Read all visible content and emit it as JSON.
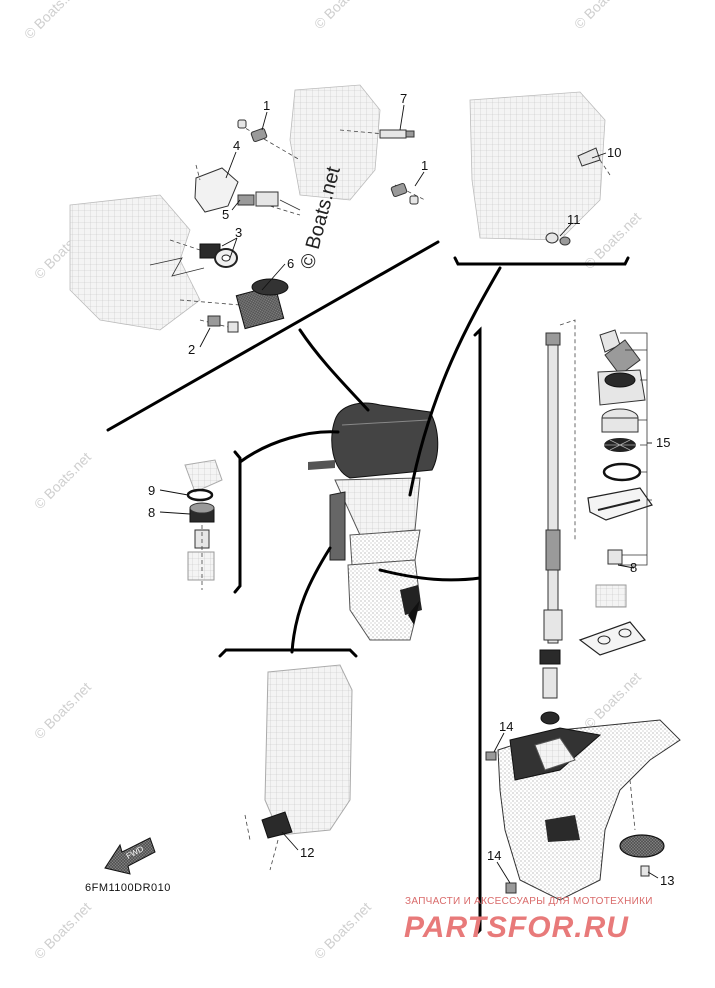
{
  "callouts": {
    "c1a": "1",
    "c1b": "1",
    "c2": "2",
    "c3": "3",
    "c4": "4",
    "c5": "5",
    "c6": "6",
    "c7": "7",
    "c8a": "8",
    "c8b": "8",
    "c9": "9",
    "c10": "10",
    "c11": "11",
    "c12": "12",
    "c13": "13",
    "c14a": "14",
    "c14b": "14",
    "c15": "15"
  },
  "diagram_code": "6FM1100DR010",
  "arrow_label": "FWD",
  "copyright": "© Boats.net",
  "watermark": "© Boats.net",
  "brand": {
    "tagline": "ЗАПЧАСТИ И АКСЕССУАРЫ ДЛЯ МОТОТЕХНИКИ",
    "name": "PARTSFOR.RU",
    "color": "#e87a7a"
  }
}
